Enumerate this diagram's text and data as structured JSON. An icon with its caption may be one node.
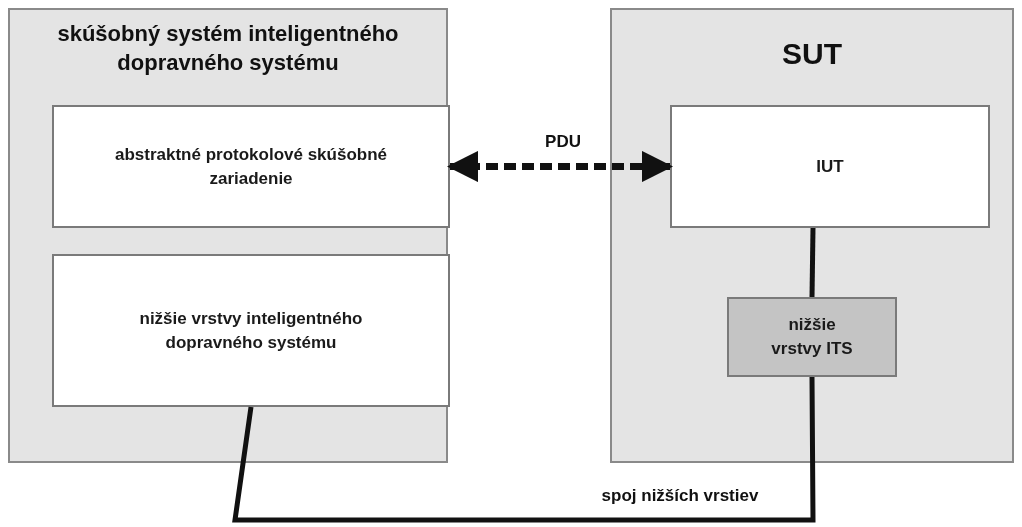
{
  "diagram": {
    "nodes": [
      {
        "text": [
          "skúšobný systém inteligentného dopravného systému"
        ]
      },
      {
        "text": [
          "abstraktné protokolové skúšobné zariadenie"
        ],
        "in": 0
      },
      {
        "text": [
          "nižšie vrstvy inteligentného dopravného systému"
        ],
        "in": 0
      },
      {
        "text": [
          "SUT"
        ]
      },
      {
        "text": [
          "IUT"
        ],
        "in": 3
      },
      {
        "text": [
          "nižšie vrstvy ITS"
        ],
        "in": 3
      }
    ],
    "edges": [
      {
        "from": 1,
        "to": 4,
        "arrow": "both",
        "label": "PDU",
        "style": "dashed"
      },
      {
        "from": 4,
        "to": 5,
        "arrow": "none"
      },
      {
        "from": 5,
        "to": 2,
        "arrow": "none",
        "label": "spoj nižších vrstiev"
      }
    ]
  }
}
